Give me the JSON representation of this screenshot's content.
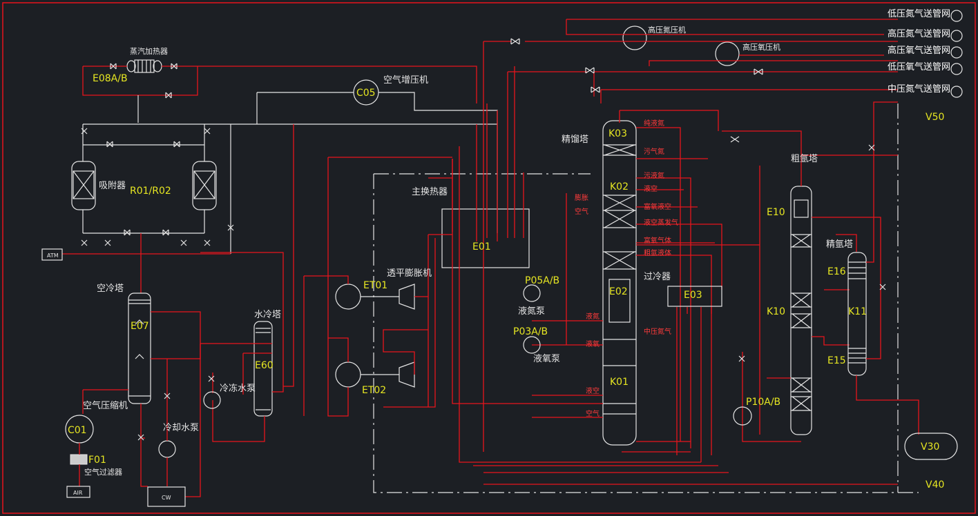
{
  "equipment": [
    {
      "id": "E08A/B",
      "kind": "heat-exchanger"
    },
    {
      "id": "R01/R02",
      "kind": "adsorber"
    },
    {
      "id": "C05",
      "kind": "compressor"
    },
    {
      "id": "E01",
      "kind": "heat-exchanger"
    },
    {
      "id": "ET01",
      "kind": "expander"
    },
    {
      "id": "ET02",
      "kind": "expander"
    },
    {
      "id": "E07",
      "kind": "tower"
    },
    {
      "id": "E60",
      "kind": "tower"
    },
    {
      "id": "C01",
      "kind": "compressor"
    },
    {
      "id": "F01",
      "kind": "filter"
    },
    {
      "id": "P05A/B",
      "kind": "pump"
    },
    {
      "id": "P03A/B",
      "kind": "pump"
    },
    {
      "id": "K03",
      "kind": "column"
    },
    {
      "id": "K02",
      "kind": "column"
    },
    {
      "id": "E02",
      "kind": "condenser"
    },
    {
      "id": "K01",
      "kind": "column"
    },
    {
      "id": "E03",
      "kind": "heat-exchanger"
    },
    {
      "id": "E10",
      "kind": "condenser"
    },
    {
      "id": "K10",
      "kind": "column"
    },
    {
      "id": "E16",
      "kind": "condenser"
    },
    {
      "id": "K11",
      "kind": "column"
    },
    {
      "id": "E15",
      "kind": "reboiler"
    },
    {
      "id": "P10A/B",
      "kind": "pump"
    },
    {
      "id": "V30",
      "kind": "vessel"
    },
    {
      "id": "V50",
      "kind": "vessel"
    },
    {
      "id": "V40",
      "kind": "vessel"
    }
  ],
  "labels": {
    "steam_heater": "蒸汽加热器",
    "adsorber": "吸附器",
    "air_booster": "空气增压机",
    "main_exchanger": "主换热器",
    "turbo_expander": "透平膨胀机",
    "air_cooling_tower": "空冷塔",
    "water_cooling_tower": "水冷塔",
    "chilled_water_pump": "冷冻水泵",
    "cooling_water_pump": "冷却水泵",
    "air_compressor": "空气压缩机",
    "air_filter": "空气过滤器",
    "liquid_nitrogen_pump": "液氮泵",
    "liquid_oxygen_pump": "液氧泵",
    "rectifying_column": "精馏塔",
    "subcooler": "过冷器",
    "crude_argon_column": "粗氩塔",
    "pure_argon_column": "精氩塔",
    "lp_nitrogen_compressor": "高压氮压机",
    "hp_oxygen_compressor": "高压氧压机",
    "atm": "ATM",
    "air": "AIR",
    "cw": "CW"
  },
  "pipeline_networks": [
    "低压氮气送管网",
    "高压氮气送管网",
    "高压氧气送管网",
    "低压氧气送管网",
    "中压氮气送管网"
  ],
  "stream_tags": {
    "pure_liquid_nitrogen": "纯液氮",
    "waste_nitrogen": "污气氮",
    "waste_liquid_nitrogen": "污液氮",
    "liquid_air": "液空",
    "rich_oxygen_liquid_air": "富氧液空",
    "liquid_air_evap": "液空蒸发气",
    "rich_oxygen_gas": "富氧气体",
    "crude_argon_liquid": "粗氩液体",
    "liquid_nitrogen": "液氮",
    "liquid_oxygen": "液氧",
    "medium_pressure_nitrogen": "中压氮气",
    "liquid_air2": "液空",
    "air": "空气",
    "expansion": "膨胀",
    "expansion_air": "空气"
  }
}
